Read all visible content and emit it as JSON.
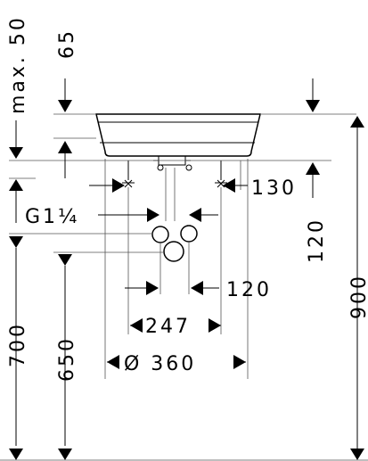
{
  "dimensions": {
    "max_label": "max. 50",
    "d65": "65",
    "d130": "130",
    "d120_right": "120",
    "thread": "G1¼",
    "d120_bottom": "120",
    "d247": "247",
    "d360": "Ø 360",
    "d700": "700",
    "d650": "650",
    "d900": "900"
  }
}
